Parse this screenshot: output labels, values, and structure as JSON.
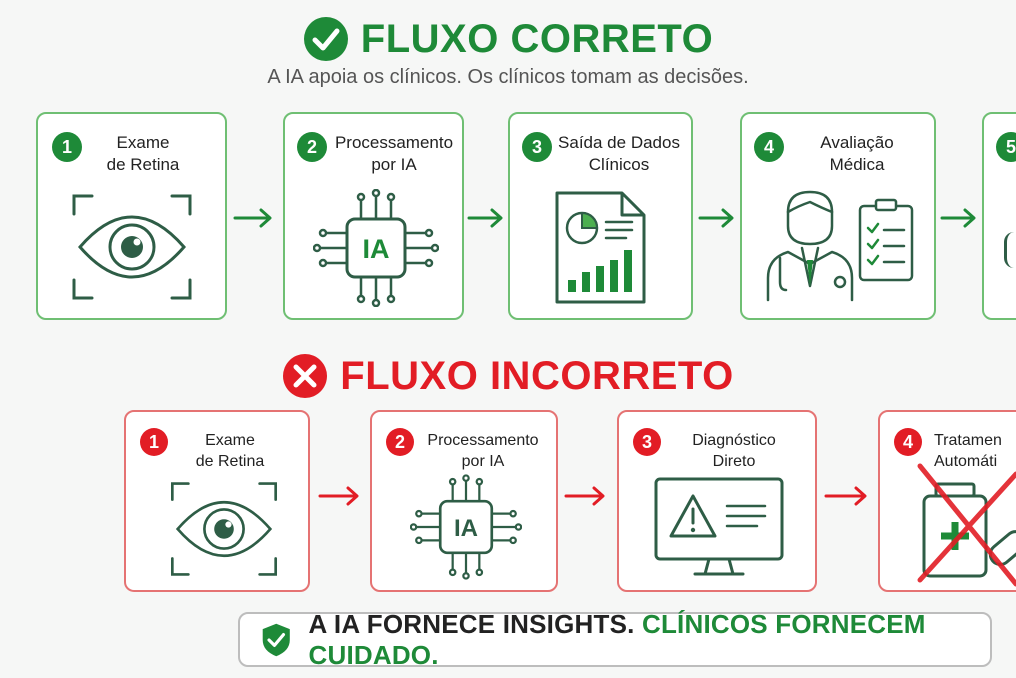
{
  "top": {
    "title": "FLUXO CORRETO",
    "subtitle": "A IA apoia os clínicos. Os clínicos tomam as decisões.",
    "color": "#1e8a38",
    "steps": [
      {
        "num": "1",
        "title": "Exame\nde Retina",
        "icon": "eye-scan-icon"
      },
      {
        "num": "2",
        "title": "Processamento\npor IA",
        "icon": "ai-chip-icon",
        "chip_label": "IA"
      },
      {
        "num": "3",
        "title": "Saída de Dados\nClínicos",
        "icon": "report-document-icon"
      },
      {
        "num": "4",
        "title": "Avaliação\nMédica",
        "icon": "doctor-clipboard-icon"
      },
      {
        "num": "5",
        "title": "",
        "icon": ""
      }
    ]
  },
  "bottom": {
    "title": "FLUXO INCORRETO",
    "color": "#e21d25",
    "steps": [
      {
        "num": "1",
        "title": "Exame\nde Retina",
        "icon": "eye-scan-icon"
      },
      {
        "num": "2",
        "title": "Processamento\npor IA",
        "icon": "ai-chip-icon",
        "chip_label": "IA"
      },
      {
        "num": "3",
        "title": "Diagnóstico\nDireto",
        "icon": "monitor-warning-icon"
      },
      {
        "num": "4",
        "title": "Tratamen\nAutomáti",
        "icon": "crossed-medication-icon"
      }
    ]
  },
  "footer": {
    "part1": "A IA FORNECE INSIGHTS.",
    "part2": "CLÍNICOS FORNECEM CUIDADO.",
    "icon": "shield-check-icon"
  }
}
